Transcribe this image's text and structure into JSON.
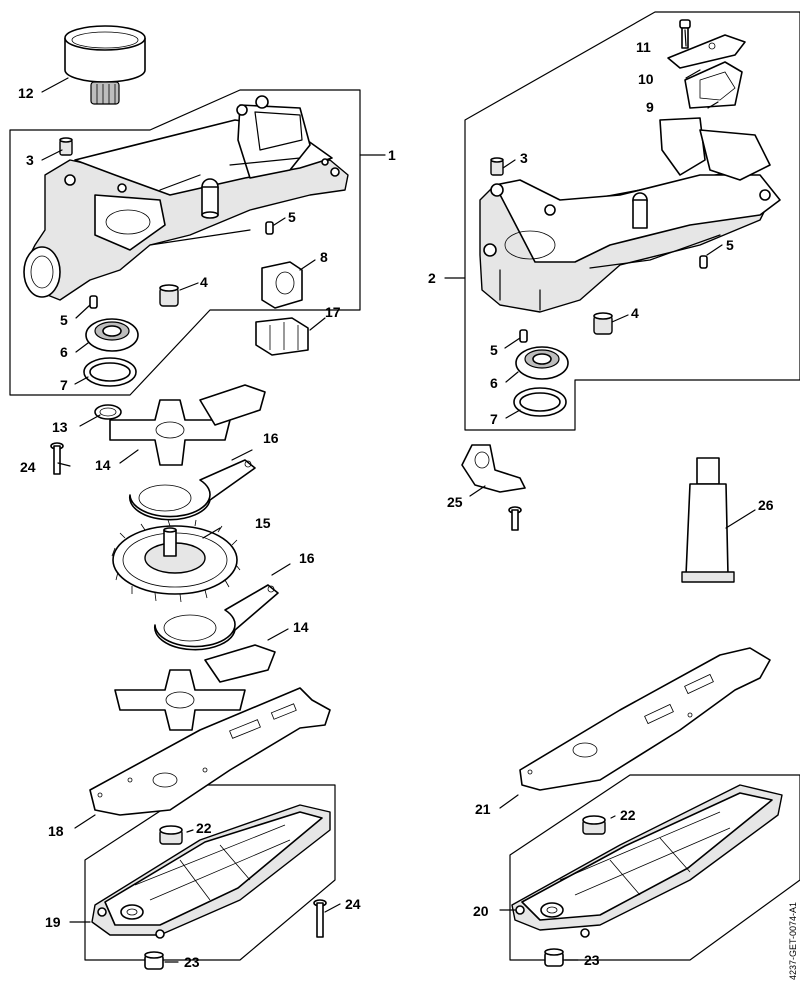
{
  "labels": {
    "l1": "1",
    "l2": "2",
    "l3a": "3",
    "l3b": "3",
    "l4a": "4",
    "l4b": "4",
    "l5a": "5",
    "l5b": "5",
    "l5c": "5",
    "l5d": "5",
    "l6a": "6",
    "l6b": "6",
    "l7a": "7",
    "l7b": "7",
    "l8": "8",
    "l9": "9",
    "l10": "10",
    "l11": "11",
    "l12": "12",
    "l13": "13",
    "l14a": "14",
    "l14b": "14",
    "l15": "15",
    "l16a": "16",
    "l16b": "16",
    "l17": "17",
    "l18": "18",
    "l19": "19",
    "l20": "20",
    "l21": "21",
    "l22a": "22",
    "l22b": "22",
    "l23a": "23",
    "l23b": "23",
    "l24a": "24",
    "l24b": "24",
    "l25": "25",
    "l26": "26"
  },
  "figure_code": "4237-GET-0074-A1"
}
